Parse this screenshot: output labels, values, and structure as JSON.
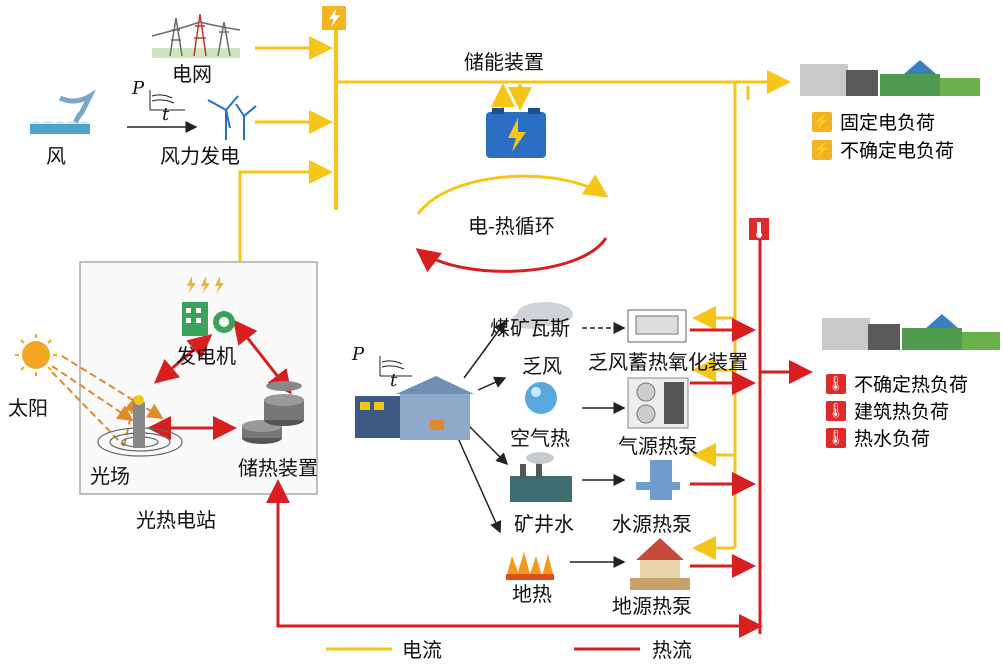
{
  "colors": {
    "electric_flow": "#f5c518",
    "heat_flow": "#d81e1e",
    "black_arrow": "#222222",
    "battery": "#2a6fc1",
    "panel_border": "#aaaaaa"
  },
  "labels": {
    "grid": "电网",
    "wind": "风",
    "wind_power": "风力发电",
    "storage": "储能装置",
    "cycle": "电-热循环",
    "generator": "发电机",
    "sun": "太阳",
    "field": "光场",
    "heat_storage": "储热装置",
    "csp_station": "光热电站",
    "coal_gas": "煤矿瓦斯",
    "ventilation_air": "乏风",
    "ventilation_device": "乏风蓄热氧化装置",
    "air_heat": "空气热",
    "air_pump": "气源热泵",
    "mine_water": "矿井水",
    "water_pump": "水源热泵",
    "geothermal": "地热",
    "ground_pump": "地源热泵",
    "axis_p": "P",
    "axis_t": "t"
  },
  "electric_loads": [
    "固定电负荷",
    "不确定电负荷"
  ],
  "heat_loads": [
    "不确定热负荷",
    "建筑热负荷",
    "热水负荷"
  ],
  "legend": {
    "electric": "电流",
    "heat": "热流"
  },
  "icons": {
    "bolt": "lightning-bolt-icon",
    "thermometer": "thermometer-icon"
  }
}
